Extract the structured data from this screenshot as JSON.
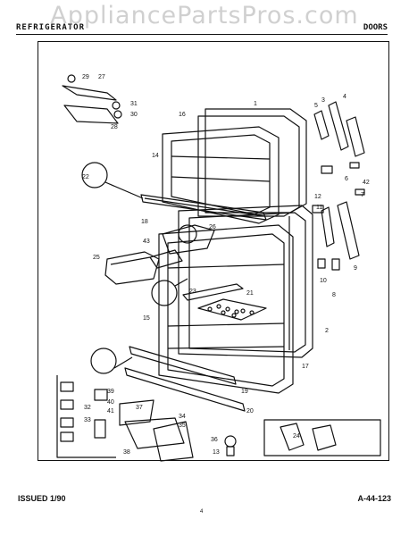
{
  "watermark": "AppliancePartsPros.com",
  "header": {
    "left": "REFRIGERATOR",
    "middle": "",
    "right": "DOORS"
  },
  "footer": {
    "issued": "ISSUED 1/90",
    "page": "A-44-123",
    "mark": "4"
  },
  "callouts": [
    "29",
    "27",
    "31",
    "30",
    "28",
    "1",
    "16",
    "3",
    "4",
    "5",
    "6",
    "14",
    "22",
    "12",
    "42",
    "7",
    "11",
    "18",
    "8",
    "9",
    "10",
    "43",
    "26",
    "25",
    "21",
    "23",
    "15",
    "2",
    "17",
    "19",
    "20",
    "40",
    "41",
    "32",
    "33",
    "34",
    "35",
    "36",
    "37",
    "38",
    "39",
    "13",
    "24"
  ]
}
